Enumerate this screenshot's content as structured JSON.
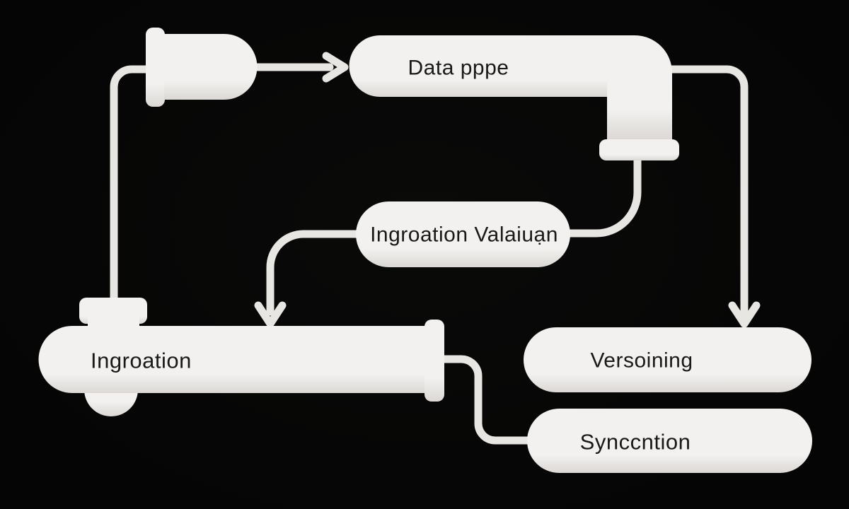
{
  "diagram": {
    "type": "flowchart",
    "description": "Pipe-shaped data pipeline flowchart on black background",
    "nodes": [
      {
        "id": "inlet-cap",
        "label": ""
      },
      {
        "id": "data-pipe",
        "label": "Data pppe"
      },
      {
        "id": "ingestion-validation",
        "label": "Ingroation Valaiuạn"
      },
      {
        "id": "ingestion-pipe",
        "label": "Ingroation"
      },
      {
        "id": "versioning",
        "label": "Versoining"
      },
      {
        "id": "syncention",
        "label": "Synccntion"
      }
    ],
    "edges": [
      {
        "from": "inlet-cap",
        "to": "data-pipe",
        "arrow": true
      },
      {
        "from": "inlet-cap",
        "to": "ingestion-pipe",
        "arrow": false
      },
      {
        "from": "data-pipe",
        "to": "versioning",
        "arrow": true
      },
      {
        "from": "data-pipe",
        "to": "ingestion-validation",
        "arrow": false
      },
      {
        "from": "ingestion-validation",
        "to": "ingestion-pipe",
        "arrow": true
      },
      {
        "from": "ingestion-pipe",
        "to": "syncention",
        "arrow": false
      }
    ],
    "colors": {
      "background": "#050505",
      "shape_fill_top": "#f2f1ef",
      "shape_fill_bottom": "#dbd8d5",
      "connector": "#e8e6e3",
      "label_text": "#191919"
    }
  }
}
